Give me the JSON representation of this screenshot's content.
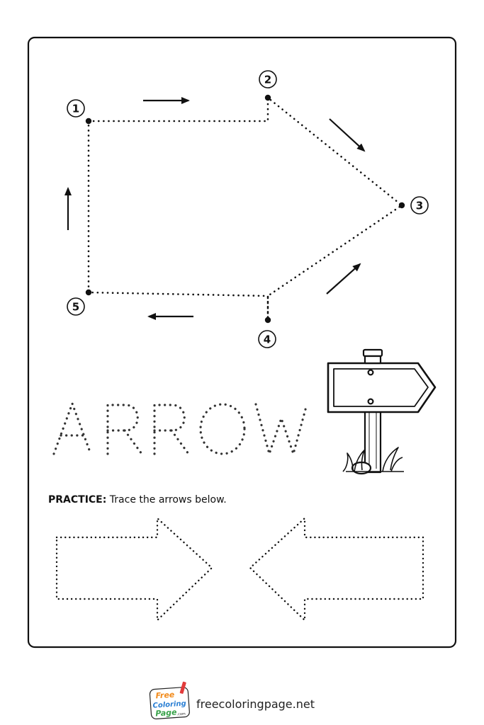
{
  "worksheet": {
    "points": [
      "1",
      "2",
      "3",
      "4",
      "5"
    ],
    "word": [
      "A",
      "R",
      "R",
      "O",
      "W"
    ],
    "practice_label": "PRACTICE:",
    "practice_text": " Trace the arrows below."
  },
  "footer": {
    "logo_lines": [
      "Free",
      "Coloring",
      "Page"
    ],
    "logo_small": ".com",
    "site": "freecoloringpage.net"
  },
  "icons": {
    "signpost": "signpost-icon",
    "direction_arrows": "direction-arrow-icon"
  },
  "colors": {
    "ink": "#111111",
    "logo_orange": "#f28c1e",
    "logo_blue": "#2a7fd4",
    "logo_green": "#3aa34b",
    "logo_red": "#e23b3b"
  }
}
